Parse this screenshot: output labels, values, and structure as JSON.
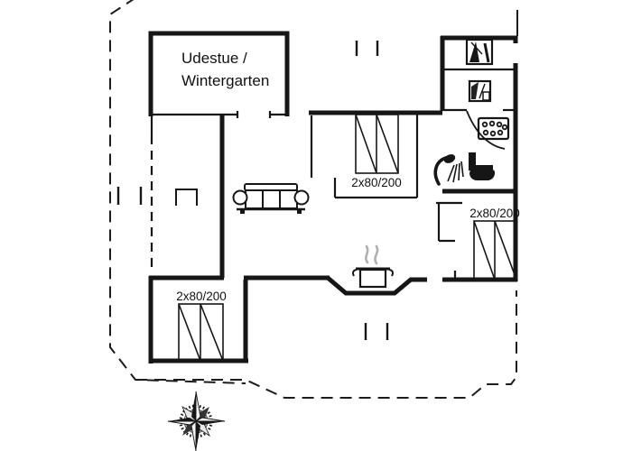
{
  "labels": {
    "room_line1": "Udestue /",
    "room_line2": "Wintergarten"
  },
  "beds": [
    {
      "id": "bed-double-top-middle",
      "label": "2x80/200"
    },
    {
      "id": "bed-double-right",
      "label": "2x80/200"
    },
    {
      "id": "bed-double-bottom-left",
      "label": "2x80/200"
    }
  ],
  "icons": [
    "washing-machine-icon",
    "appliance-icon",
    "spa-basin-icon",
    "shower-icon",
    "toilet-icon",
    "sofa-icon",
    "cooking-pot-icon",
    "table-icon",
    "compass-rose-icon"
  ],
  "colors": {
    "wall": "#161616",
    "steam": "#b0b0b0",
    "background": "#ffffff"
  }
}
